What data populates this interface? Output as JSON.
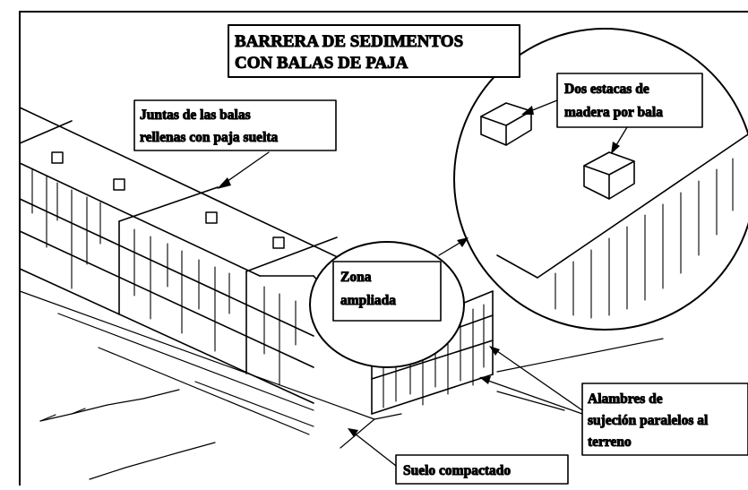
{
  "title": {
    "line1": "BARRERA DE SEDIMENTOS",
    "line2": "CON  BALAS DE PAJA"
  },
  "labels": {
    "joints": {
      "line1": "Juntas de las balas",
      "line2": "rellenas con paja suelta"
    },
    "stakes": {
      "line1": "Dos estacas de",
      "line2": "madera por bala"
    },
    "zoom": {
      "line1": "Zona",
      "line2": "ampliada"
    },
    "wires": {
      "line1": "Alambres de",
      "line2": "sujeción  paralelos al",
      "line3": "terreno"
    },
    "soil": {
      "line1": "Suelo compactado"
    }
  }
}
